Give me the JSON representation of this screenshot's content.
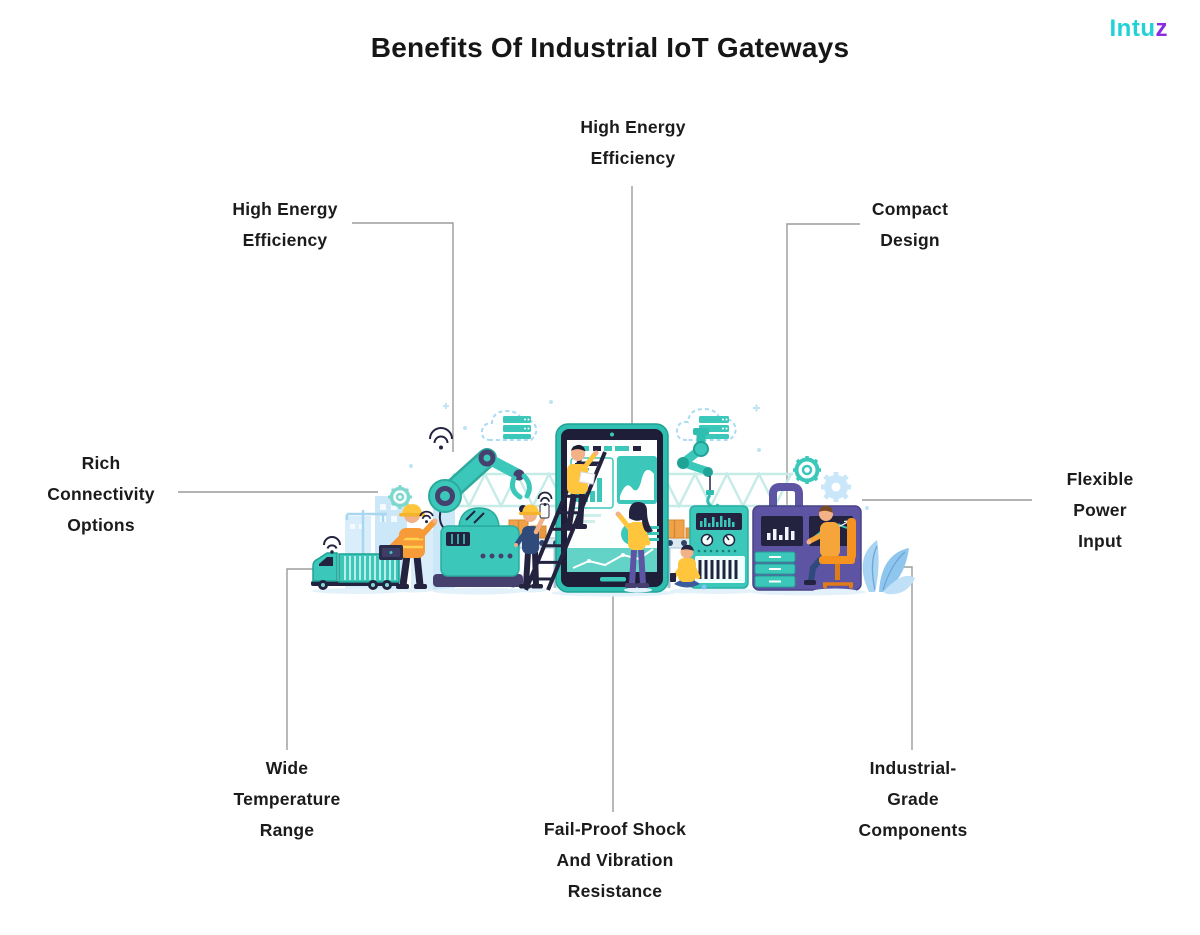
{
  "page": {
    "title": "Benefits Of Industrial IoT Gateways"
  },
  "logo": {
    "text_primary": "Intu",
    "text_accent": "z",
    "color_primary": "#20d2d6",
    "color_accent": "#8a2be2"
  },
  "benefits": [
    {
      "id": "high-energy-efficiency-top",
      "label": "High Energy\nEfficiency"
    },
    {
      "id": "high-energy-efficiency-left",
      "label": "High Energy\nEfficiency"
    },
    {
      "id": "compact-design",
      "label": "Compact\nDesign"
    },
    {
      "id": "rich-connectivity-options",
      "label": "Rich\nConnectivity\nOptions"
    },
    {
      "id": "flexible-power-input",
      "label": "Flexible\nPower Input"
    },
    {
      "id": "wide-temperature-range",
      "label": "Wide\nTemperature\nRange"
    },
    {
      "id": "fail-proof-shock",
      "label": "Fail-Proof Shock\nAnd Vibration\nResistance"
    },
    {
      "id": "industrial-grade-components",
      "label": "Industrial-\nGrade\nComponents"
    }
  ],
  "connector_color": "#9b9b9b",
  "illustration": {
    "alt": "Industrial IoT scene: engineers with robotic arms around a giant tablet dashboard, control machines, conveyor with boxes, delivery truck, clouds with servers, gears and wifi signals",
    "elements": [
      "cloud-servers",
      "robotic-arm",
      "crane-arm",
      "tablet-dashboard",
      "ladder-engineer",
      "pointing-engineer",
      "engineer-laptop",
      "engineer-phone",
      "technician-sitting",
      "operator-desk",
      "control-machine",
      "analytics-machine",
      "conveyor-boxes",
      "delivery-truck",
      "gears",
      "wifi-signals",
      "foliage"
    ],
    "colors": {
      "teal": "#3bc8ba",
      "teal_dark": "#1fa396",
      "navy": "#232340",
      "purple": "#5d54a4",
      "purple_dark": "#46406f",
      "yellow": "#ffc53d",
      "orange": "#f6921e",
      "vest_orange": "#f79b38",
      "skin": "#f2b186",
      "sky_blue": "#a9dbf5",
      "light_blue": "#cbe7f8",
      "box_orange": "#f0a24b"
    }
  }
}
